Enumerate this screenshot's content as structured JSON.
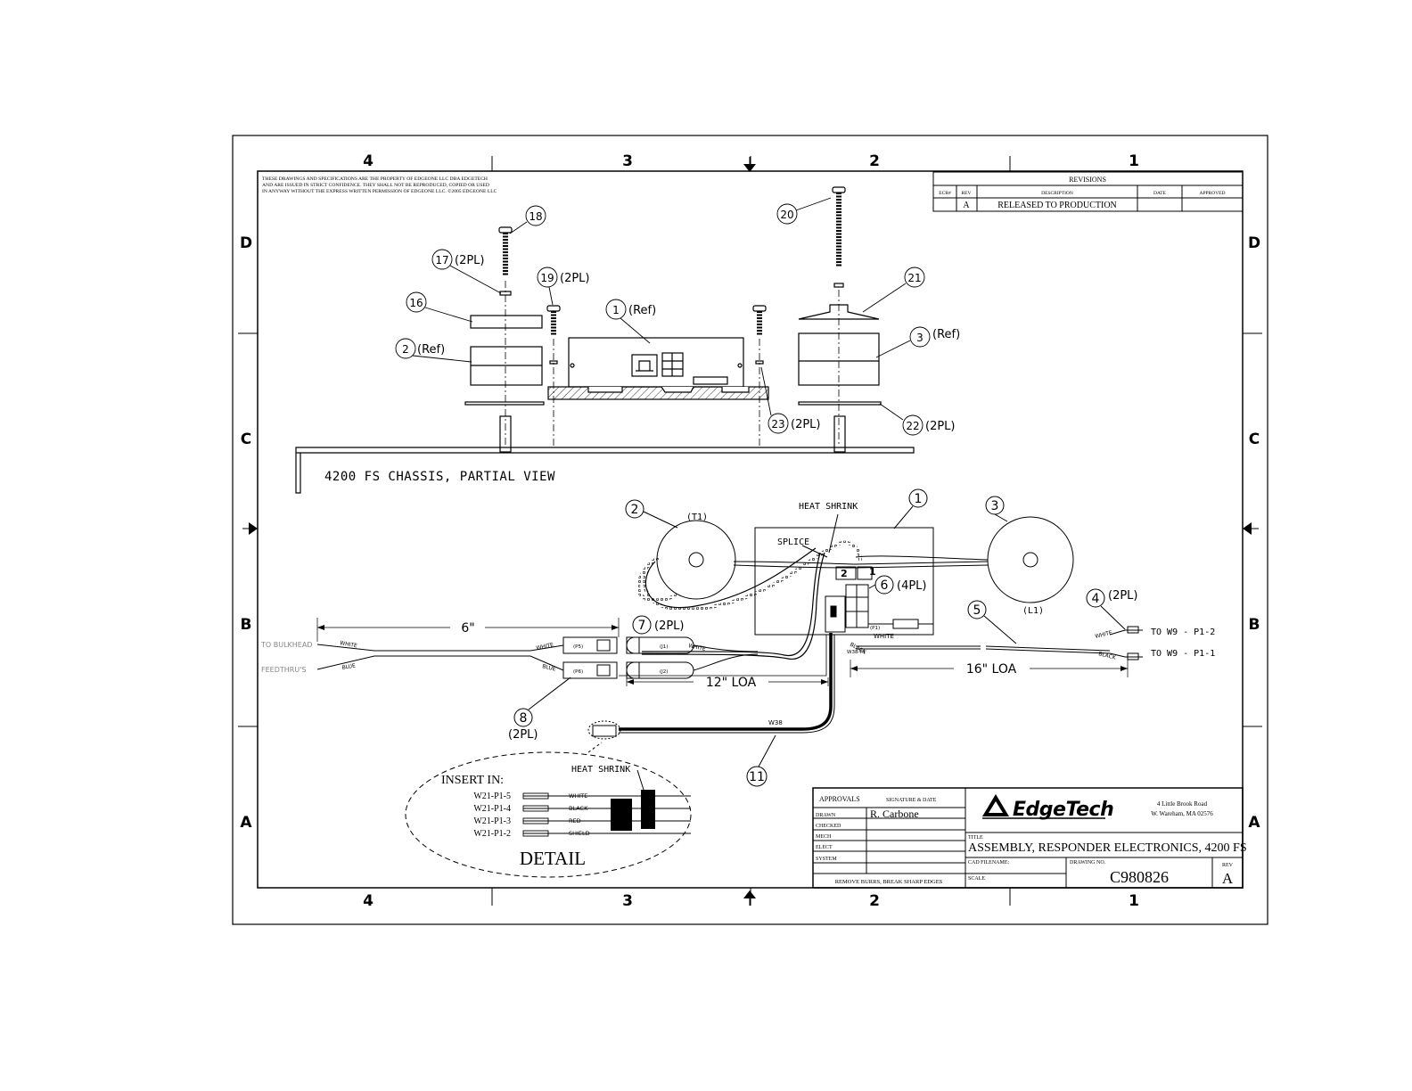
{
  "zones": {
    "columns": [
      "4",
      "3",
      "2",
      "1"
    ],
    "rows": [
      "D",
      "C",
      "B",
      "A"
    ]
  },
  "notice": [
    "THESE DRAWINGS AND SPECIFICATIONS ARE THE PROPERTY OF EDGEONE LLC DBA EDGETECH",
    "AND ARE ISSUED IN STRICT CONFIDENCE. THEY SHALL NOT BE REPRODUCED, COPIED OR USED",
    "IN ANYWAY WITHOUT THE EXPRESS WRITTEN PERMISSION OF EDGEONE LLC. ©2005 EDGEONE LLC"
  ],
  "revisions": {
    "title": "REVISIONS",
    "headers": [
      "ECR#",
      "REV",
      "DESCRIPTION",
      "DATE",
      "APPROVED"
    ],
    "row": {
      "ecr": "",
      "rev": "A",
      "description": "RELEASED TO PRODUCTION",
      "date": "",
      "approved": ""
    }
  },
  "upper_view": {
    "caption": "4200 FS CHASSIS, PARTIAL VIEW",
    "callouts": {
      "b18": "18",
      "b17": "17",
      "b17q": "(2PL)",
      "b19": "19",
      "b19q": "(2PL)",
      "b16": "16",
      "b1": "1",
      "b1q": "(Ref)",
      "b2": "2",
      "b2q": "(Ref)",
      "b20": "20",
      "b21": "21",
      "b3": "3",
      "b3q": "(Ref)",
      "b23": "23",
      "b23q": "(2PL)",
      "b22": "22",
      "b22q": "(2PL)"
    }
  },
  "wiring": {
    "heat_shrink": "HEAT SHRINK",
    "splice": "SPLICE",
    "t1": "(T1)",
    "l1": "(L1)",
    "b1": "1",
    "b2": "2",
    "b3": "3",
    "b4": "4",
    "b4q": "(2PL)",
    "b5": "5",
    "b6": "6",
    "b6q": "(4PL)",
    "b7": "7",
    "b7q": "(2PL)",
    "b8": "8",
    "b8q": "(2PL)",
    "b11": "11",
    "dim_6": "6\"",
    "dim_12": "12\"  LOA",
    "dim_16": "16\"  LOA",
    "to_bulkhead": "TO BULKHEAD",
    "feedthrus": "FEEDTHRU'S",
    "white": "WHITE",
    "blue": "BLUE",
    "black": "BLACK",
    "p5": "(P5)",
    "p6": "(P6)",
    "j1": "(J1)",
    "j2": "(J2)",
    "p1": "(P1)",
    "j_nums": {
      "n2": "2",
      "n1": "1"
    },
    "w38": "W38",
    "w38_p1": "W38-P1",
    "to_w9_p1_2": "TO  W9  -  P1-2",
    "to_w9_p1_1": "TO  W9  -  P1-1"
  },
  "detail": {
    "heat_shrink": "HEAT SHRINK",
    "insert_in": "INSERT IN:",
    "pins": [
      "W21-P1-5",
      "W21-P1-4",
      "W21-P1-3",
      "W21-P1-2"
    ],
    "wires": [
      "WHITE",
      "BLACK",
      "RED",
      "SHIELD"
    ],
    "label": "DETAIL"
  },
  "title_block": {
    "approvals": "APPROVALS",
    "signature_date": "SIGNATURE & DATE",
    "roles": [
      "DRAWN",
      "CHECKED",
      "MECH",
      "ELECT",
      "SYSTEM"
    ],
    "drawn_by": "R. Carbone",
    "note": "REMOVE BURRS, BREAK SHARP EDGES",
    "company": "EdgeTech",
    "address_1": "4 Little Brook Road",
    "address_2": "W. Wareham, MA 02576",
    "title_label": "TITLE",
    "title": "ASSEMBLY, RESPONDER ELECTRONICS, 4200 FS",
    "cad_label": "CAD FILENAME:",
    "drawing_no_label": "DRAWING NO.",
    "drawing_no": "C980826",
    "rev_label": "REV",
    "rev": "A",
    "scale_label": "SCALE"
  }
}
